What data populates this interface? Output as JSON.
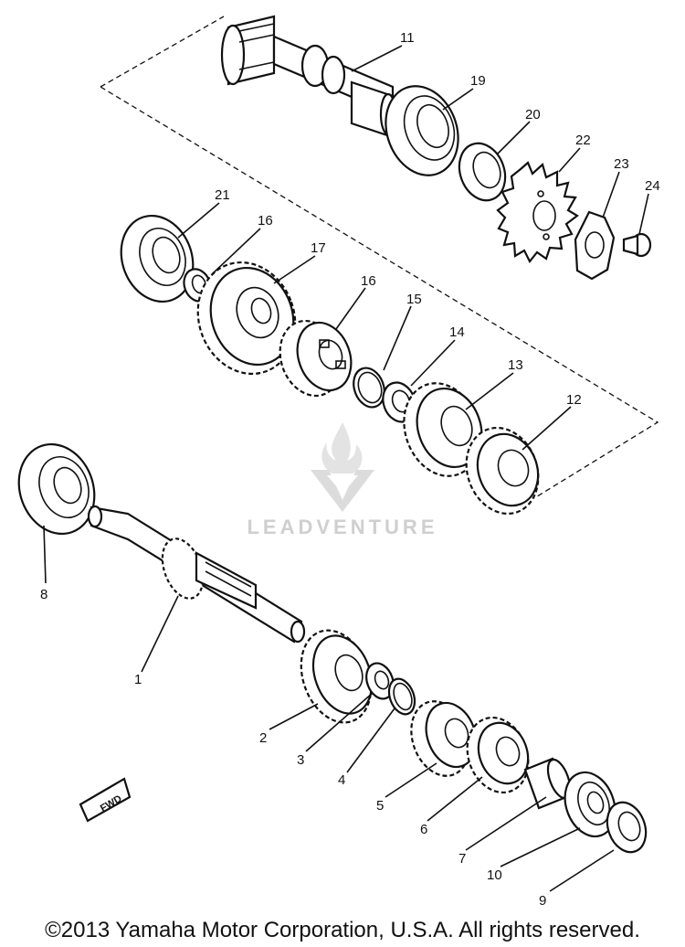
{
  "diagram": {
    "part_numbers": {
      "p1": "1",
      "p2": "2",
      "p3": "3",
      "p4": "4",
      "p5": "5",
      "p6": "6",
      "p7": "7",
      "p8": "8",
      "p9": "9",
      "p10": "10",
      "p11": "11",
      "p12": "12",
      "p13": "13",
      "p14": "14",
      "p15": "15",
      "p16": "16",
      "p16b": "16",
      "p17": "17",
      "p19": "19",
      "p20": "20",
      "p21": "21",
      "p22": "22",
      "p23": "23",
      "p24": "24"
    },
    "fwd_badge": "FWD"
  },
  "watermark": {
    "text": "LEADVENTURE"
  },
  "footer": {
    "copyright": "©2013 Yamaha Motor Corporation, U.S.A. All rights reserved."
  }
}
